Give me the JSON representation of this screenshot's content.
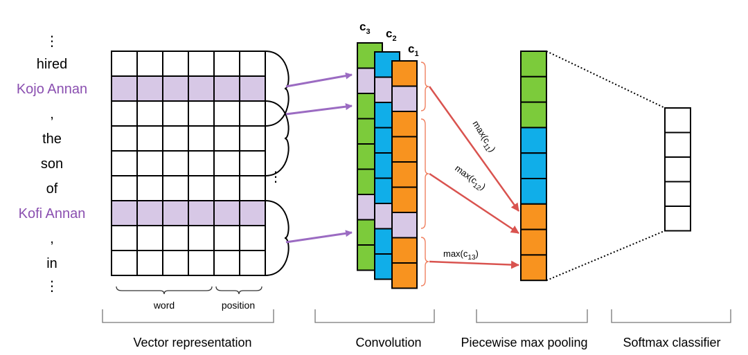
{
  "colors": {
    "highlight": "#d7c8e6",
    "entity_text": "#8a4fb0",
    "green": "#7ccb3b",
    "blue": "#10aee9",
    "orange": "#f8931f",
    "purple_arrow": "#9b6bc2",
    "red_arrow": "#d9534f",
    "brace": "#f08060",
    "grid_line": "#000000",
    "bracket": "#777777"
  },
  "words": [
    {
      "text": "hired",
      "entity": false
    },
    {
      "text": "Kojo Annan",
      "entity": true
    },
    {
      "text": ",",
      "entity": false
    },
    {
      "text": "the",
      "entity": false
    },
    {
      "text": "son",
      "entity": false
    },
    {
      "text": "of",
      "entity": false
    },
    {
      "text": "Kofi Annan",
      "entity": true
    },
    {
      "text": ",",
      "entity": false
    },
    {
      "text": "in",
      "entity": false
    }
  ],
  "ellipsis": {
    "top": "⋮",
    "bottom": "⋮",
    "middle": "⋮"
  },
  "vector": {
    "columns": 6,
    "highlight_rows": [
      1,
      6
    ],
    "word_label": "word",
    "position_label": "position"
  },
  "filters": {
    "labels": [
      {
        "main": "c",
        "sub": "3"
      },
      {
        "main": "c",
        "sub": "2"
      },
      {
        "main": "c",
        "sub": "1"
      }
    ],
    "c3_pattern": [
      "green",
      "lavender",
      "green",
      "green",
      "green",
      "green",
      "lavender",
      "green",
      "green"
    ],
    "c2_pattern": [
      "blue",
      "lavender",
      "blue",
      "blue",
      "blue",
      "blue",
      "lavender",
      "blue",
      "blue"
    ],
    "c1_pattern": [
      "orange",
      "lavender",
      "orange",
      "orange",
      "orange",
      "orange",
      "lavender",
      "orange",
      "orange"
    ]
  },
  "pooling": {
    "cells": [
      "green",
      "green",
      "green",
      "blue",
      "blue",
      "blue",
      "orange",
      "orange",
      "orange"
    ],
    "labels": [
      {
        "main": "max(c",
        "sub": "11",
        "close": ")"
      },
      {
        "main": "max(c",
        "sub": "12",
        "close": ")"
      },
      {
        "main": "max(c",
        "sub": "13",
        "close": ")"
      }
    ]
  },
  "softmax": {
    "cells": 5
  },
  "sections": {
    "vector": "Vector representation",
    "convolution": "Convolution",
    "pooling": "Piecewise max pooling",
    "softmax": "Softmax classifier"
  }
}
